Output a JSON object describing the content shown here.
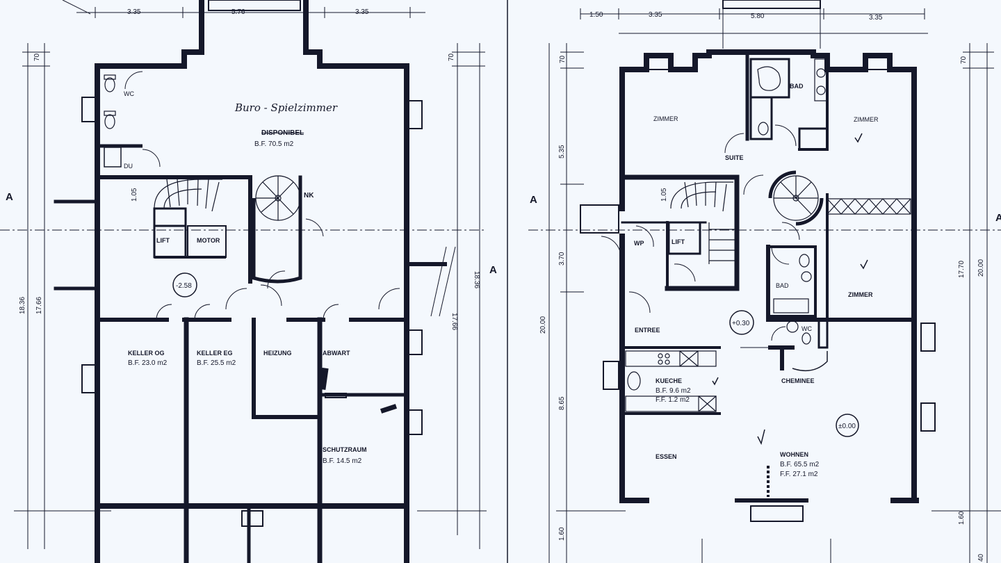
{
  "colors": {
    "paper": "#f4f8fd",
    "ink": "#15182a"
  },
  "left_plan": {
    "handwritten_title": "Buro - Spielzimmer",
    "dims": {
      "top_a": "3.35",
      "top_b": "5.76",
      "top_c": "3.35",
      "side_70_l": "70",
      "side_70_r": "70",
      "left_18_36": "18.36",
      "left_17_66": "17.66",
      "right_18_36": "18.36",
      "right_17_66": "17.66",
      "stair_1_05": "1.05"
    },
    "section_a_left": "A",
    "section_a_right": "A",
    "rooms": {
      "wc": "WC",
      "du": "DU",
      "disponibel": "DISPONIBEL",
      "main_area": "B.F. 70.5 m2",
      "nk": "NK",
      "lift": "LIFT",
      "motor": "MOTOR",
      "level": "-2.58",
      "keller_og": "KELLER OG",
      "keller_og_area": "B.F. 23.0 m2",
      "keller_eg": "KELLER EG",
      "keller_eg_area": "B.F. 25.5 m2",
      "heizung": "HEIZUNG",
      "abwart": "ABWART",
      "schutzraum": "SCHUTZRAUM",
      "schutzraum_area": "B.F. 14.5 m2"
    }
  },
  "right_plan": {
    "dims": {
      "top_a": "1.50",
      "top_b": "3.35",
      "top_c": "5.80",
      "top_d": "3.35",
      "side_70_l": "70",
      "side_70_r": "70",
      "v_5_35": "5.35",
      "v_3_70": "3.70",
      "v_20_00": "20.00",
      "v_8_65": "8.65",
      "v_1_60": "1.60",
      "r_17_70": "17.70",
      "r_20_00": "20.00",
      "r_1_60": "1.60",
      "bottom_40": "40",
      "stair_1_05": "1.05"
    },
    "section_a_left": "A",
    "section_a_right": "A",
    "rooms": {
      "zimmer_1": "ZIMMER",
      "bad_top": "BAD",
      "zimmer_2": "ZIMMER",
      "suite": "SUITE",
      "wp": "WP",
      "lift": "LIFT",
      "bad_mid": "BAD",
      "zimmer_3": "ZIMMER",
      "entree": "ENTREE",
      "level_1": "+0.30",
      "wc": "WC",
      "kueche": "KUECHE",
      "kueche_bf": "B.F. 9.6 m2",
      "kueche_ff": "F.F. 1.2 m2",
      "cheminee": "CHEMINEE",
      "level_2": "±0.00",
      "essen": "ESSEN",
      "wohnen": "WOHNEN",
      "wohnen_bf": "B.F. 65.5 m2",
      "wohnen_ff": "F.F. 27.1 m2"
    }
  }
}
